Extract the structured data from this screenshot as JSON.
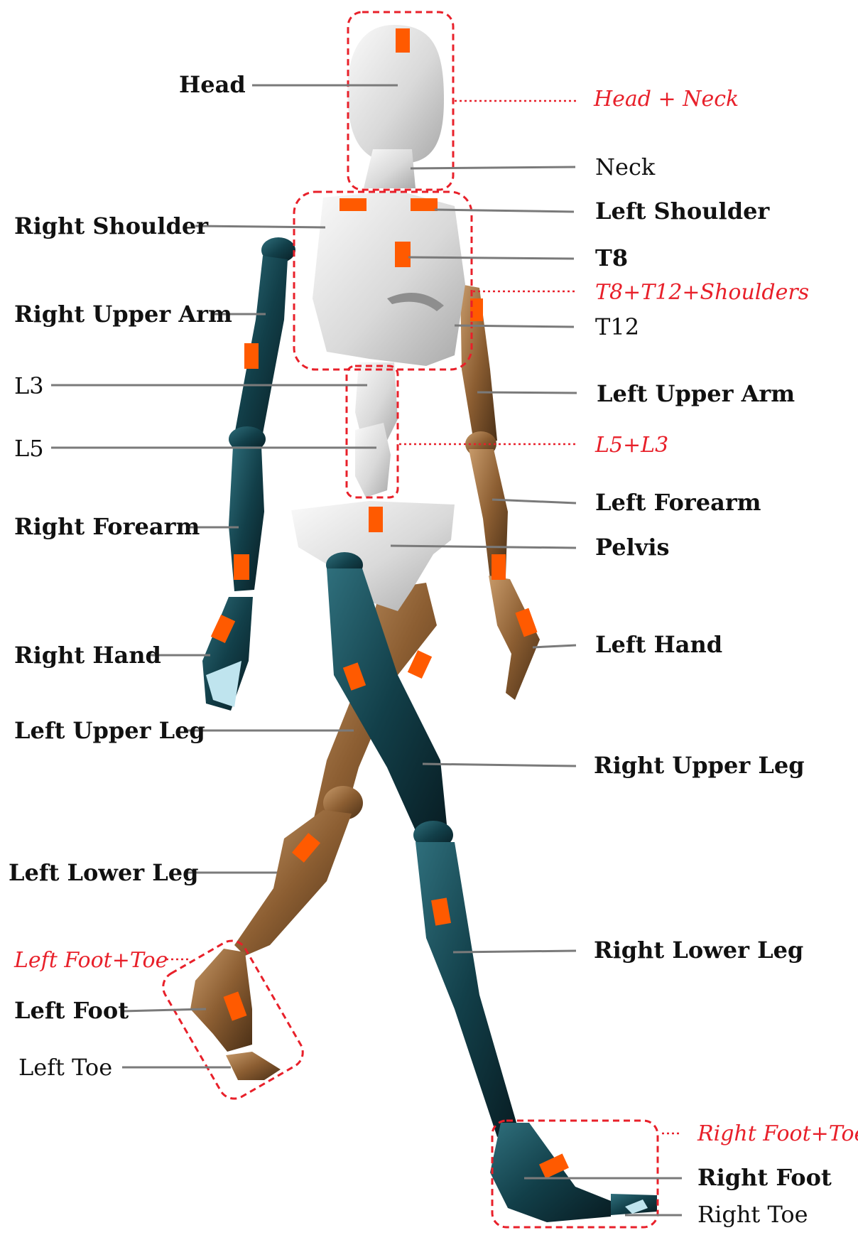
{
  "segments": {
    "head": "Head",
    "neck": "Neck",
    "right_shoulder": "Right Shoulder",
    "left_shoulder": "Left Shoulder",
    "t8": "T8",
    "t12": "T12",
    "right_upper_arm": "Right Upper Arm",
    "left_upper_arm": "Left Upper Arm",
    "l3": "L3",
    "l5": "L5",
    "right_forearm": "Right Forearm",
    "left_forearm": "Left Forearm",
    "pelvis": "Pelvis",
    "right_hand": "Right Hand",
    "left_hand": "Left Hand",
    "left_upper_leg": "Left Upper Leg",
    "right_upper_leg": "Right Upper Leg",
    "left_lower_leg": "Left Lower Leg",
    "right_lower_leg": "Right Lower Leg",
    "left_foot": "Left Foot",
    "left_toe": "Left Toe",
    "right_foot": "Right Foot",
    "right_toe": "Right Toe"
  },
  "groups": {
    "head_neck": "Head + Neck",
    "t8_t12_shoulders": "T8+T12+Shoulders",
    "l5_l3": "L5+L3",
    "left_foot_toe": "Left Foot+Toe",
    "right_foot_toe": "Right Foot+Toe"
  },
  "colors": {
    "group_highlight": "#e8202a",
    "sensor": "#ff5a00",
    "right_side": "#0f3b45",
    "left_side": "#9a6a3c",
    "torso": "#e6e6e6"
  }
}
